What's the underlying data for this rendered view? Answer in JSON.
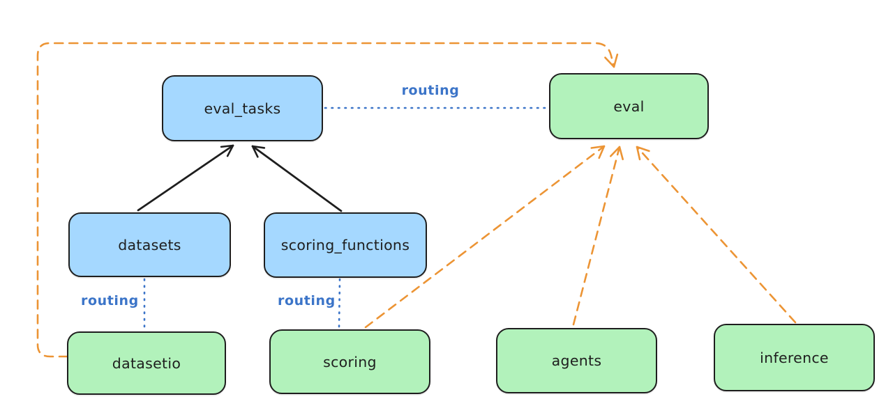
{
  "diagram": {
    "background": "#ffffff",
    "colors": {
      "blue_node_fill": "#a5d8ff",
      "green_node_fill": "#b2f2bb",
      "node_border": "#1e1e1e",
      "routing_blue": "#3b74c8",
      "provider_orange": "#ec9434",
      "solid_arrow_black": "#1e1e1e"
    },
    "nodes": [
      {
        "id": "eval_tasks",
        "label": "eval_tasks",
        "fill": "#a5d8ff"
      },
      {
        "id": "eval",
        "label": "eval",
        "fill": "#b2f2bb"
      },
      {
        "id": "datasets",
        "label": "datasets",
        "fill": "#a5d8ff"
      },
      {
        "id": "scoring_functions",
        "label": "scoring_functions",
        "fill": "#a5d8ff"
      },
      {
        "id": "datasetio",
        "label": "datasetio",
        "fill": "#b2f2bb"
      },
      {
        "id": "scoring",
        "label": "scoring",
        "fill": "#b2f2bb"
      },
      {
        "id": "agents",
        "label": "agents",
        "fill": "#b2f2bb"
      },
      {
        "id": "inference",
        "label": "inference",
        "fill": "#b2f2bb"
      }
    ],
    "edges": [
      {
        "from": "datasets",
        "to": "eval_tasks",
        "style": "solid-arrow",
        "color": "#1e1e1e"
      },
      {
        "from": "scoring_functions",
        "to": "eval_tasks",
        "style": "solid-arrow",
        "color": "#1e1e1e"
      },
      {
        "from": "eval_tasks",
        "to": "eval",
        "style": "dotted",
        "color": "#3b74c8",
        "label": "routing"
      },
      {
        "from": "datasets",
        "to": "datasetio",
        "style": "dotted",
        "color": "#3b74c8",
        "label": "routing"
      },
      {
        "from": "scoring_functions",
        "to": "scoring",
        "style": "dotted",
        "color": "#3b74c8",
        "label": "routing"
      },
      {
        "from": "datasetio",
        "to": "eval",
        "style": "dashed-arrow",
        "color": "#ec9434"
      },
      {
        "from": "scoring",
        "to": "eval",
        "style": "dashed-arrow",
        "color": "#ec9434"
      },
      {
        "from": "agents",
        "to": "eval",
        "style": "dashed-arrow",
        "color": "#ec9434"
      },
      {
        "from": "inference",
        "to": "eval",
        "style": "dashed-arrow",
        "color": "#ec9434"
      }
    ]
  }
}
